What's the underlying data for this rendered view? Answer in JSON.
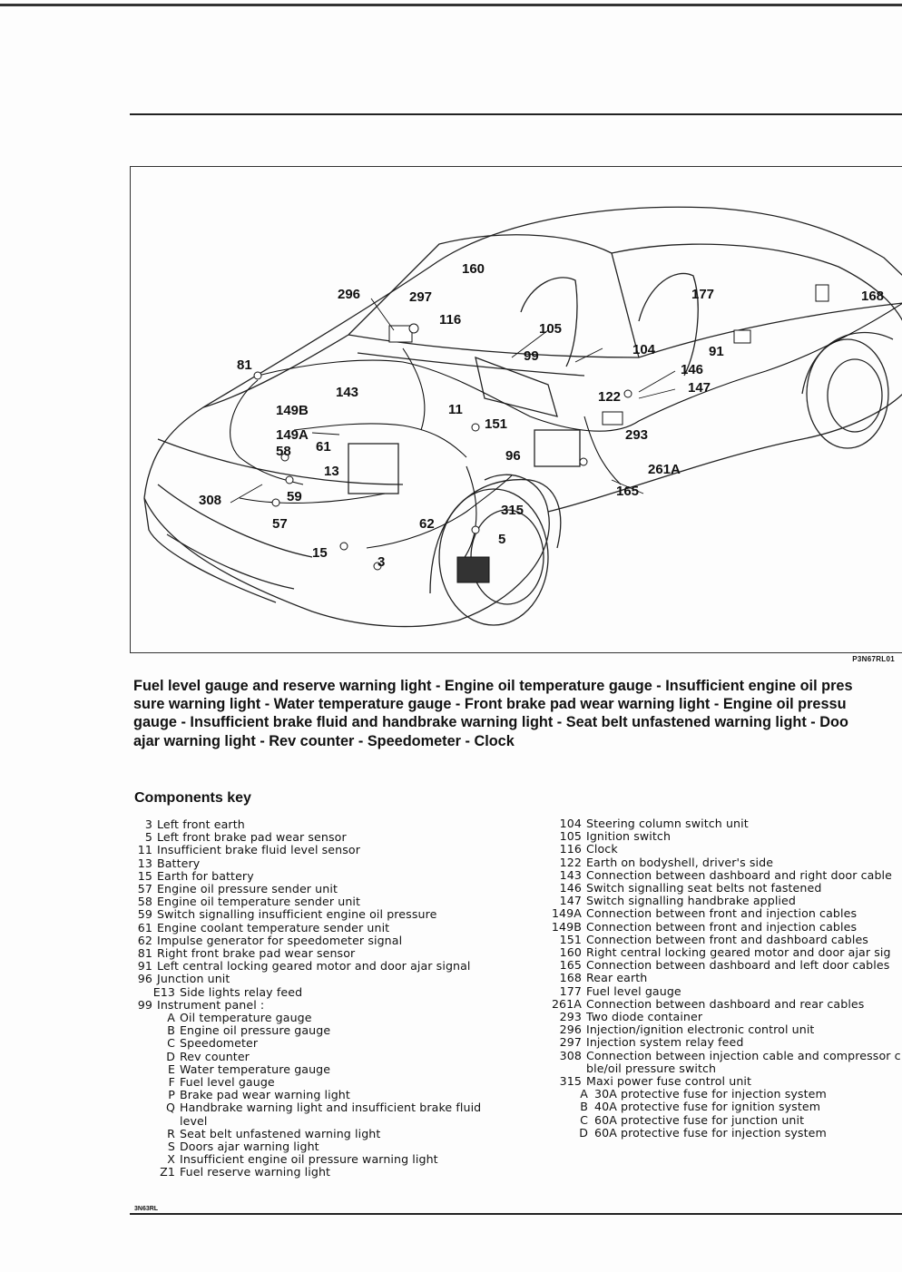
{
  "figure": {
    "ref_code": "P3N67RL01",
    "labels": [
      "160",
      "296",
      "297",
      "116",
      "105",
      "104",
      "177",
      "168",
      "81",
      "99",
      "91",
      "146",
      "147",
      "143",
      "122",
      "11",
      "151",
      "293",
      "149B",
      "149A",
      "58",
      "61",
      "96",
      "13",
      "261A",
      "165",
      "308",
      "59",
      "315",
      "57",
      "62",
      "5",
      "15",
      "3"
    ]
  },
  "caption": {
    "lines": [
      "Fuel level gauge and reserve warning light - Engine oil temperature gauge - Insufficient engine oil pres",
      "sure warning light - Water temperature gauge - Front brake pad wear warning light - Engine oil pressu",
      "gauge - Insufficient brake fluid and handbrake warning light - Seat belt unfastened warning light - Doo",
      "ajar warning light - Rev counter - Speedometer - Clock"
    ]
  },
  "components_key": {
    "title": "Components key",
    "left": [
      {
        "code": "3",
        "text": "Left front earth"
      },
      {
        "code": "5",
        "text": "Left front brake pad wear sensor"
      },
      {
        "code": "11",
        "text": "Insufficient brake fluid level sensor"
      },
      {
        "code": "13",
        "text": "Battery"
      },
      {
        "code": "15",
        "text": "Earth for battery"
      },
      {
        "code": "57",
        "text": "Engine oil pressure sender unit"
      },
      {
        "code": "58",
        "text": "Engine oil temperature sender unit"
      },
      {
        "code": "59",
        "text": "Switch signalling insufficient engine oil pressure"
      },
      {
        "code": "61",
        "text": "Engine coolant temperature sender unit"
      },
      {
        "code": "62",
        "text": "Impulse generator for speedometer signal"
      },
      {
        "code": "81",
        "text": "Right front brake pad wear sensor"
      },
      {
        "code": "91",
        "text": "Left central locking geared motor and door ajar signal"
      },
      {
        "code": "96",
        "text": "Junction unit"
      },
      {
        "code": "E13",
        "text": "Side lights relay feed",
        "sub": true
      },
      {
        "code": "99",
        "text": "Instrument panel :"
      },
      {
        "code": "A",
        "text": "Oil temperature gauge",
        "sub": true
      },
      {
        "code": "B",
        "text": "Engine oil pressure gauge",
        "sub": true
      },
      {
        "code": "C",
        "text": "Speedometer",
        "sub": true
      },
      {
        "code": "D",
        "text": "Rev counter",
        "sub": true
      },
      {
        "code": "E",
        "text": "Water temperature gauge",
        "sub": true
      },
      {
        "code": "F",
        "text": "Fuel level gauge",
        "sub": true
      },
      {
        "code": "P",
        "text": "Brake pad wear warning light",
        "sub": true
      },
      {
        "code": "Q",
        "text": "Handbrake warning light and insufficient brake fluid",
        "sub": true
      },
      {
        "code": "",
        "text": "level",
        "sub": true
      },
      {
        "code": "R",
        "text": "Seat belt unfastened warning light",
        "sub": true
      },
      {
        "code": "S",
        "text": "Doors ajar warning light",
        "sub": true
      },
      {
        "code": "X",
        "text": "Insufficient engine oil pressure warning light",
        "sub": true
      },
      {
        "code": "Z1",
        "text": "Fuel reserve warning light",
        "sub": true
      }
    ],
    "right": [
      {
        "code": "104",
        "text": "Steering column switch unit"
      },
      {
        "code": "105",
        "text": "Ignition switch"
      },
      {
        "code": "116",
        "text": "Clock"
      },
      {
        "code": "122",
        "text": "Earth on bodyshell, driver's side"
      },
      {
        "code": "143",
        "text": "Connection between dashboard and right door cable"
      },
      {
        "code": "146",
        "text": "Switch signalling seat belts not fastened"
      },
      {
        "code": "147",
        "text": "Switch signalling handbrake applied"
      },
      {
        "code": "149A",
        "text": "Connection between front and injection cables"
      },
      {
        "code": "149B",
        "text": "Connection between front and injection cables"
      },
      {
        "code": "151",
        "text": "Connection between front and dashboard cables"
      },
      {
        "code": "160",
        "text": "Right central locking geared motor and door ajar sig"
      },
      {
        "code": "165",
        "text": "Connection between dashboard and left door cables"
      },
      {
        "code": "168",
        "text": "Rear earth"
      },
      {
        "code": "177",
        "text": "Fuel level gauge"
      },
      {
        "code": "261A",
        "text": "Connection between dashboard and rear cables"
      },
      {
        "code": "293",
        "text": "Two diode container"
      },
      {
        "code": "296",
        "text": "Injection/ignition electronic control unit"
      },
      {
        "code": "297",
        "text": "Injection system relay feed"
      },
      {
        "code": "308",
        "text": "Connection between injection cable and compressor c"
      },
      {
        "code": "",
        "text": "ble/oil pressure switch"
      },
      {
        "code": "315",
        "text": "Maxi power fuse control unit"
      },
      {
        "code": "A",
        "text": "30A protective fuse for injection system",
        "sub": true
      },
      {
        "code": "B",
        "text": "40A protective fuse for ignition system",
        "sub": true
      },
      {
        "code": "C",
        "text": "60A protective fuse for junction unit",
        "sub": true
      },
      {
        "code": "D",
        "text": "60A protective fuse for injection system",
        "sub": true
      }
    ]
  },
  "footer": {
    "code": "3N63RL"
  }
}
